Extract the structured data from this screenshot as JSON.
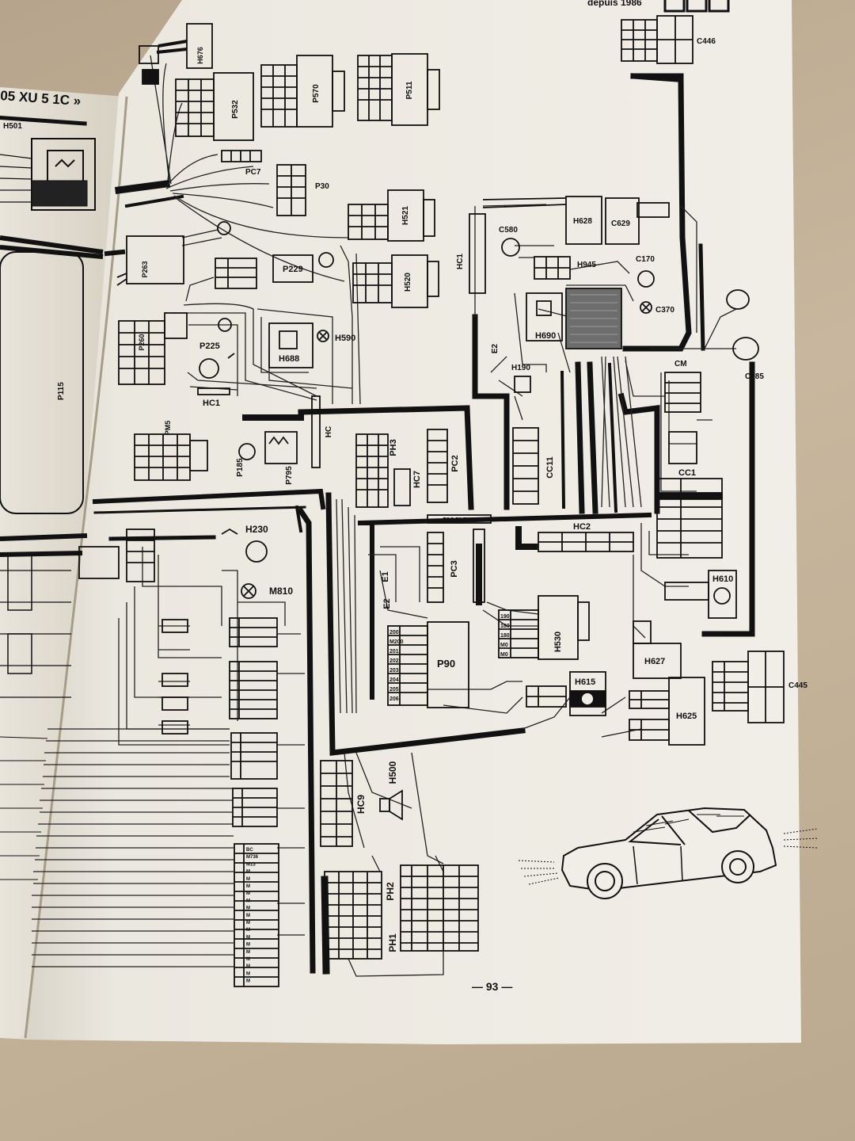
{
  "header": {
    "model_code": "05 XU 5 1C »",
    "date_note": "depuis 1986"
  },
  "page_number": "— 93 —",
  "components": {
    "h676": "H676",
    "p532": "P532",
    "p570": "P570",
    "p511": "P511",
    "c446": "C446",
    "pc7": "PC7",
    "p30": "P30",
    "h521": "H521",
    "h520": "H520",
    "p229": "P229",
    "p263": "P263",
    "p260": "P260",
    "p225": "P225",
    "h688": "H688",
    "h590": "H590",
    "hc1_left": "HC1",
    "hc": "HC",
    "p185": "P185",
    "p795": "P795",
    "p115": "P115",
    "pm5": "PM5",
    "ph3": "PH3",
    "hc7": "HC7",
    "pc2": "PC2",
    "hc1_right": "HC1",
    "c580": "C580",
    "h628": "H628",
    "c629": "C629",
    "h945": "H945",
    "c170": "C170",
    "c370": "C370",
    "h690": "H690",
    "e2_top": "E2",
    "h190": "H190",
    "cc11": "CC11",
    "c385": "C385",
    "cm": "CM",
    "cc1": "CC1",
    "hc2": "HC2",
    "h610": "H610",
    "h230": "H230",
    "m810": "M810",
    "e1": "E1",
    "e2": "E2",
    "pc3": "PC3",
    "p90": "P90",
    "h530": "H530",
    "h627": "H627",
    "h615": "H615",
    "h625": "H625",
    "c445": "C445",
    "hc9": "HC9",
    "h500": "H500",
    "ph2": "PH2",
    "ph1": "PH1",
    "h501": "H501"
  },
  "strip_labels": {
    "fsc_bus": "FSC 52 F.HN"
  },
  "p90_pins": [
    "200",
    "M200",
    "201",
    "202",
    "203",
    "204",
    "205",
    "206"
  ],
  "h530_pins": [
    "190",
    "180",
    "180",
    "M0",
    "M0"
  ],
  "bottom_connector_pins": [
    "BC",
    "M736",
    "M13",
    "M",
    "M",
    "M",
    "M",
    "M",
    "M",
    "M",
    "M",
    "M",
    "M",
    "M",
    "M",
    "M",
    "M",
    "M",
    "M"
  ],
  "colors": {
    "paper": "#efece4",
    "ink": "#111111",
    "table": "#bba98f"
  }
}
